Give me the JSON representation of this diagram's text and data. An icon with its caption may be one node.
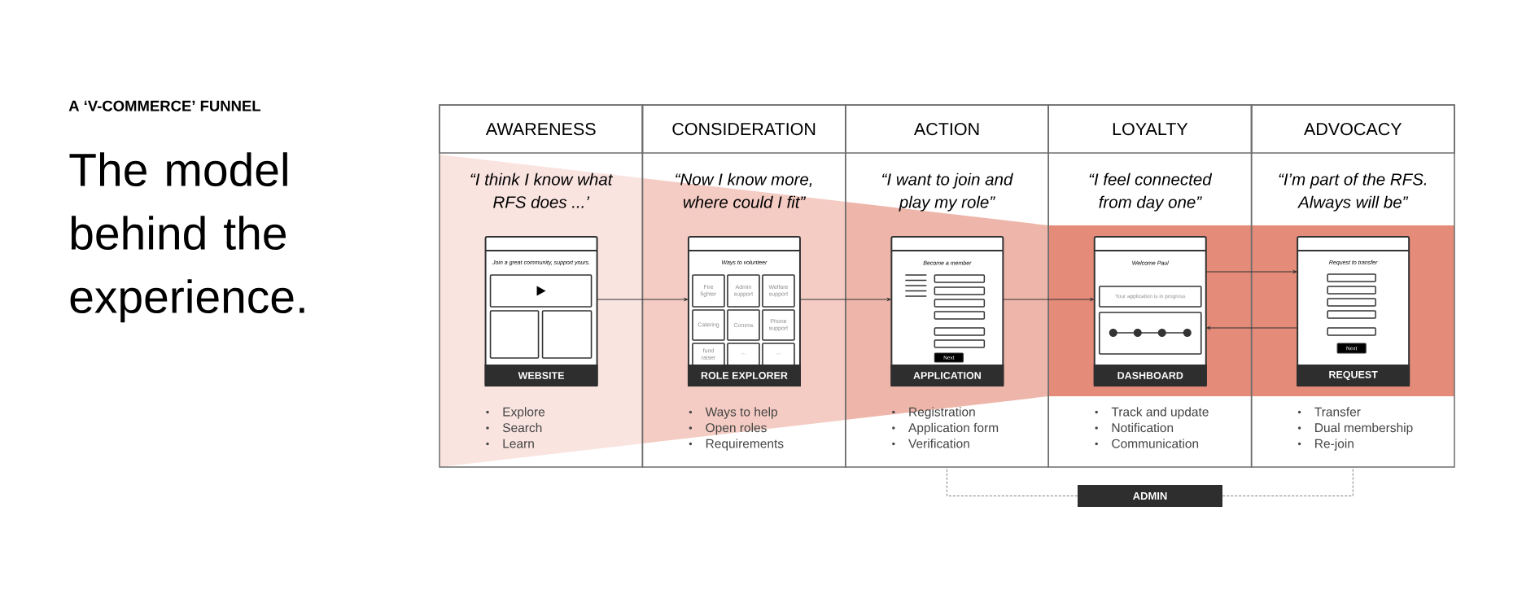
{
  "diagram": {
    "title": "The model behind the experience.",
    "nodes": [
      {
        "text": [
          "AWARENESS",
          "“I think I know what RFS does ...’",
          "Explore",
          "Search",
          "Learn"
        ]
      },
      {
        "text": [
          "Join a great community, support yours.",
          "WEBSITE"
        ],
        "in": 0
      },
      {
        "text": [
          "CONSIDERATION",
          "“Now I know more, where could I fit”",
          "Ways to help",
          "Open roles",
          "Requirements"
        ]
      },
      {
        "text": [
          "Ways to volunteer",
          "ROLE EXPLORER"
        ],
        "in": 2
      },
      {
        "text": [
          "Fire fighter"
        ],
        "in": 3
      },
      {
        "text": [
          "Admin support"
        ],
        "in": 3
      },
      {
        "text": [
          "Welfare support"
        ],
        "in": 3
      },
      {
        "text": [
          "Catering"
        ],
        "in": 3
      },
      {
        "text": [
          "Comms"
        ],
        "in": 3
      },
      {
        "text": [
          "Phone support"
        ],
        "in": 3
      },
      {
        "text": [
          "fund raiser"
        ],
        "in": 3
      },
      {
        "text": [
          "..."
        ],
        "in": 3
      },
      {
        "text": [
          "..."
        ],
        "in": 3
      },
      {
        "text": [
          "ACTION",
          "“I want to join and play my role”",
          "Registration",
          "Application form",
          "Verification"
        ]
      },
      {
        "text": [
          "Become a member",
          "APPLICATION"
        ],
        "in": 13
      },
      {
        "text": [
          "Next"
        ],
        "in": 14
      },
      {
        "text": [
          "LOYALTY",
          "“I feel connected from day one”",
          "Track and update",
          "Notification",
          "Communication"
        ]
      },
      {
        "text": [
          "Welcome Paul",
          "DASHBOARD"
        ],
        "in": 16
      },
      {
        "text": [
          "Your application is in progress"
        ],
        "in": 17
      },
      {
        "text": [
          "ADVOCACY",
          "“I’m part of the RFS. Always will be”",
          "Transfer",
          "Dual membership",
          "Re-join"
        ]
      },
      {
        "text": [
          "Request to transfer",
          "REQUEST"
        ],
        "in": 19
      },
      {
        "text": [
          "Next"
        ],
        "in": 20
      },
      {
        "text": [
          "ADMIN"
        ]
      }
    ],
    "edges": [
      {
        "from": 1,
        "to": 3,
        "arrow": "to"
      },
      {
        "from": 3,
        "to": 14,
        "arrow": "to"
      },
      {
        "from": 14,
        "to": 17,
        "arrow": "to"
      },
      {
        "from": 17,
        "to": 20,
        "arrow": "to"
      },
      {
        "from": 20,
        "to": 17,
        "arrow": "to"
      },
      {
        "from": 22,
        "to": 13,
        "arrow": "none",
        "style": "dashed",
        "color": "#808080"
      },
      {
        "from": 22,
        "to": 19,
        "arrow": "none",
        "style": "dashed",
        "color": "#808080"
      }
    ],
    "labels": [
      "A ‘V-COMMERCE’ FUNNEL"
    ]
  }
}
